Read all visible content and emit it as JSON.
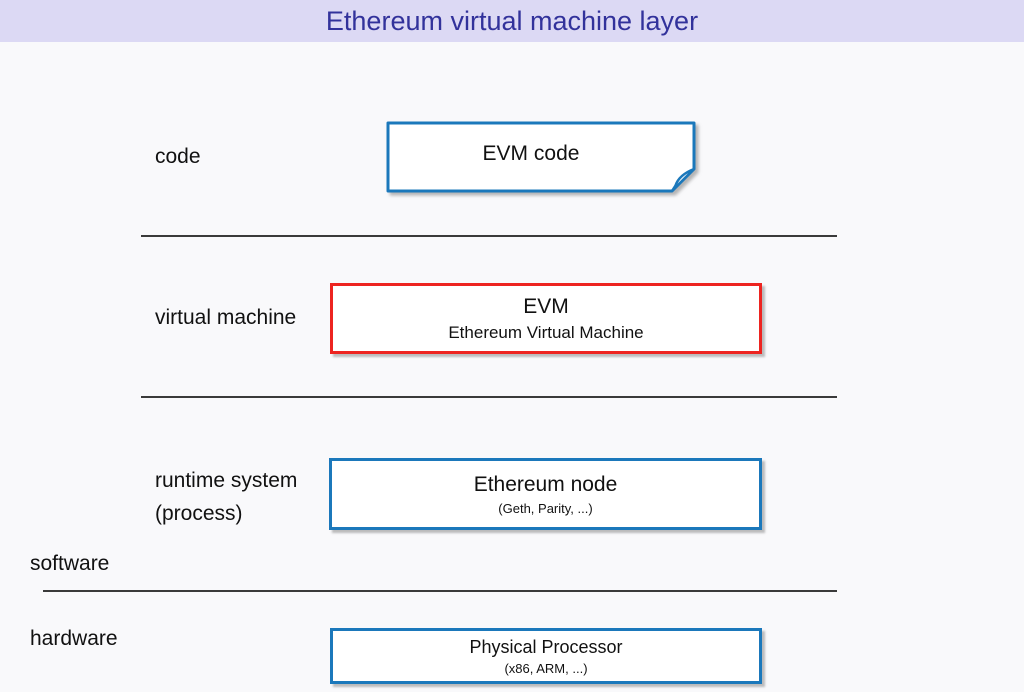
{
  "header": {
    "title": "Ethereum virtual machine layer"
  },
  "rows": {
    "code": {
      "label": "code",
      "box_title": "EVM code"
    },
    "vm": {
      "label": "virtual machine",
      "box_title": "EVM",
      "box_subtitle": "Ethereum Virtual Machine"
    },
    "runtime": {
      "label_line1": "runtime system",
      "label_line2": "(process)",
      "box_title": "Ethereum node",
      "box_subtitle": "(Geth, Parity, ...)"
    },
    "software": {
      "label": "software"
    },
    "hardware": {
      "label": "hardware",
      "box_title": "Physical Processor",
      "box_subtitle": "(x86, ARM, ...)"
    }
  },
  "colors": {
    "header_bg": "#dcd9f4",
    "title_color": "#32329b",
    "page_bg": "#f9f9fb",
    "blue": "#1b78bb",
    "red": "#ed2420",
    "line": "#3a3a3a",
    "text": "#111111"
  }
}
